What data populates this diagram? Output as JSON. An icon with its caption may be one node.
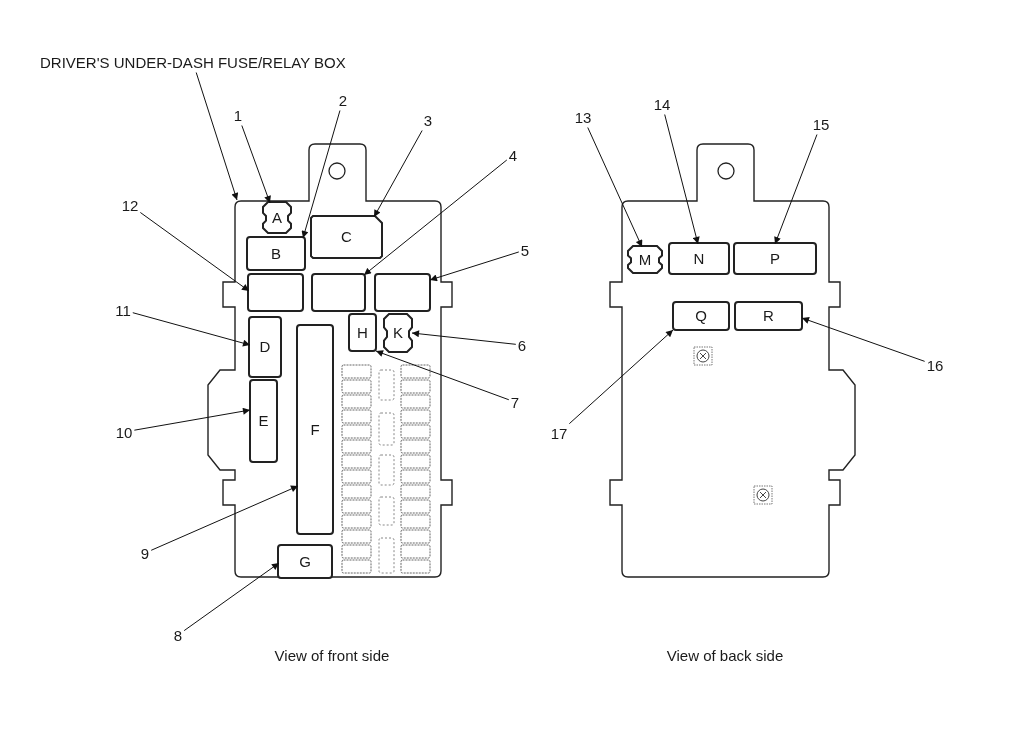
{
  "diagram": {
    "nodes": [
      {
        "text": [
          "DRIVER'S UNDER-DASH FUSE/RELAY BOX"
        ]
      },
      {
        "text": [
          "1"
        ]
      },
      {
        "text": [
          "2"
        ]
      },
      {
        "text": [
          "3"
        ]
      },
      {
        "text": [
          "4"
        ]
      },
      {
        "text": [
          "5"
        ]
      },
      {
        "text": [
          "6"
        ]
      },
      {
        "text": [
          "7"
        ]
      },
      {
        "text": [
          "8"
        ]
      },
      {
        "text": [
          "9"
        ]
      },
      {
        "text": [
          "10"
        ]
      },
      {
        "text": [
          "11"
        ]
      },
      {
        "text": [
          "12"
        ]
      },
      {
        "text": [
          "13"
        ]
      },
      {
        "text": [
          "14"
        ]
      },
      {
        "text": [
          "15"
        ]
      },
      {
        "text": [
          "16"
        ]
      },
      {
        "text": [
          "17"
        ]
      },
      {
        "text": [],
        "shape": "box"
      },
      {
        "text": [
          "A"
        ],
        "in": 18
      },
      {
        "text": [
          "B"
        ],
        "in": 18
      },
      {
        "text": [
          "C"
        ],
        "in": 18
      },
      {
        "text": [],
        "shape": "box",
        "in": 18
      },
      {
        "text": [],
        "shape": "box",
        "in": 18
      },
      {
        "text": [],
        "shape": "box",
        "in": 18
      },
      {
        "text": [
          "D"
        ],
        "in": 18
      },
      {
        "text": [
          "H"
        ],
        "in": 18
      },
      {
        "text": [
          "K"
        ],
        "in": 18
      },
      {
        "text": [
          "E"
        ],
        "in": 18
      },
      {
        "text": [
          "F"
        ],
        "in": 18
      },
      {
        "text": [
          "G"
        ],
        "in": 18
      },
      {
        "text": [],
        "shape": "box"
      },
      {
        "text": [
          "M"
        ],
        "in": 31
      },
      {
        "text": [
          "N"
        ],
        "in": 31
      },
      {
        "text": [
          "P"
        ],
        "in": 31
      },
      {
        "text": [
          "Q"
        ],
        "in": 31
      },
      {
        "text": [
          "R"
        ],
        "in": 31
      }
    ],
    "edges": [
      {
        "from": 0,
        "to": 18,
        "arrow": "to"
      },
      {
        "from": 1,
        "to": 19,
        "arrow": "to"
      },
      {
        "from": 2,
        "to": 20,
        "arrow": "to"
      },
      {
        "from": 3,
        "to": 21,
        "arrow": "to"
      },
      {
        "from": 4,
        "to": 23,
        "arrow": "to"
      },
      {
        "from": 5,
        "to": 24,
        "arrow": "to"
      },
      {
        "from": 6,
        "to": 27,
        "arrow": "to"
      },
      {
        "from": 7,
        "to": 26,
        "arrow": "to"
      },
      {
        "from": 8,
        "to": 30,
        "arrow": "to"
      },
      {
        "from": 9,
        "to": 29,
        "arrow": "to"
      },
      {
        "from": 10,
        "to": 28,
        "arrow": "to"
      },
      {
        "from": 11,
        "to": 25,
        "arrow": "to"
      },
      {
        "from": 12,
        "to": 22,
        "arrow": "to"
      },
      {
        "from": 13,
        "to": 32,
        "arrow": "to"
      },
      {
        "from": 14,
        "to": 33,
        "arrow": "to"
      },
      {
        "from": 15,
        "to": 34,
        "arrow": "to"
      },
      {
        "from": 16,
        "to": 36,
        "arrow": "to"
      },
      {
        "from": 17,
        "to": 35,
        "arrow": "to"
      }
    ],
    "labels": [
      "View of front side",
      "View of back side"
    ]
  }
}
